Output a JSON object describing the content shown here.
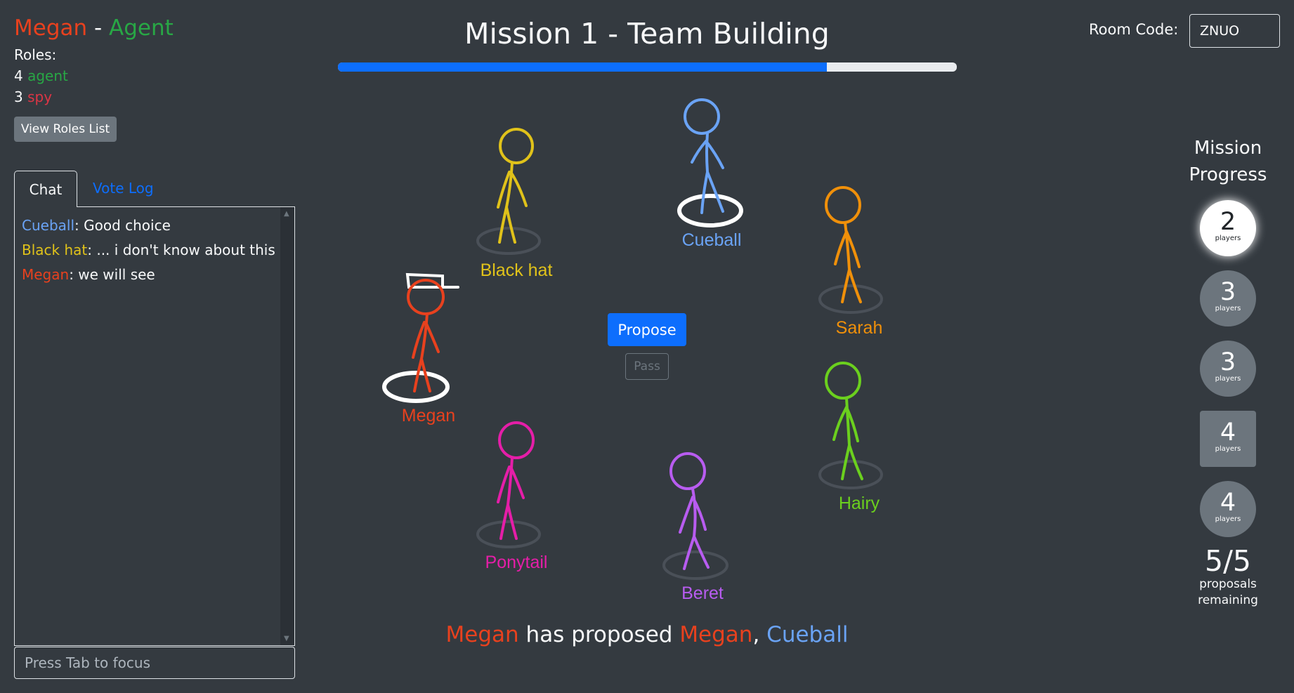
{
  "header": {
    "player_name": "Megan",
    "separator": " - ",
    "player_role": "Agent",
    "roles_label": "Roles:",
    "roles": [
      {
        "count": "4",
        "name": "agent",
        "color": "#28a745"
      },
      {
        "count": "3",
        "name": "spy",
        "color": "#dc3545"
      }
    ],
    "view_roles_button": "View Roles List"
  },
  "tabs": {
    "chat": "Chat",
    "vote_log": "Vote Log"
  },
  "chat": {
    "messages": [
      {
        "author": "Cueball",
        "color": "#6aa3f5",
        "text": ": Good choice"
      },
      {
        "author": "Black hat",
        "color": "#e0c21a",
        "text": ": ... i don't know about this"
      },
      {
        "author": "Megan",
        "color": "#e8411e",
        "text": ": we will see"
      }
    ],
    "input_placeholder": "Press Tab to focus"
  },
  "mission": {
    "title": "Mission 1 - Team Building",
    "timer_fraction": 0.79
  },
  "room": {
    "label": "Room Code:",
    "code": "ZNUO"
  },
  "controls": {
    "propose": "Propose",
    "pass": "Pass"
  },
  "players": [
    {
      "name": "Black hat",
      "color": "#e0c21a",
      "selected": false
    },
    {
      "name": "Cueball",
      "color": "#6aa3f5",
      "selected": true
    },
    {
      "name": "Sarah",
      "color": "#f0900a",
      "selected": false
    },
    {
      "name": "Megan",
      "color": "#e8411e",
      "selected": true,
      "hat": true
    },
    {
      "name": "Hairy",
      "color": "#6bd01e",
      "selected": false
    },
    {
      "name": "Ponytail",
      "color": "#e51ea8",
      "selected": false
    },
    {
      "name": "Beret",
      "color": "#b85cf0",
      "selected": false
    }
  ],
  "proposal": {
    "proposer": "Megan",
    "verb": " has proposed ",
    "members": [
      {
        "name": "Megan",
        "color": "#e8411e"
      },
      {
        "name": "Cueball",
        "color": "#6aa3f5"
      }
    ],
    "separator": ", "
  },
  "mission_progress": {
    "title_line1": "Mission",
    "title_line2": "Progress",
    "missions": [
      {
        "players": "2",
        "label": "players",
        "state": "current"
      },
      {
        "players": "3",
        "label": "players",
        "state": "pending"
      },
      {
        "players": "3",
        "label": "players",
        "state": "pending"
      },
      {
        "players": "4",
        "label": "players",
        "state": "square"
      },
      {
        "players": "4",
        "label": "players",
        "state": "pending"
      }
    ],
    "proposals_count": "5/5",
    "proposals_label_line1": "proposals",
    "proposals_label_line2": "remaining"
  }
}
